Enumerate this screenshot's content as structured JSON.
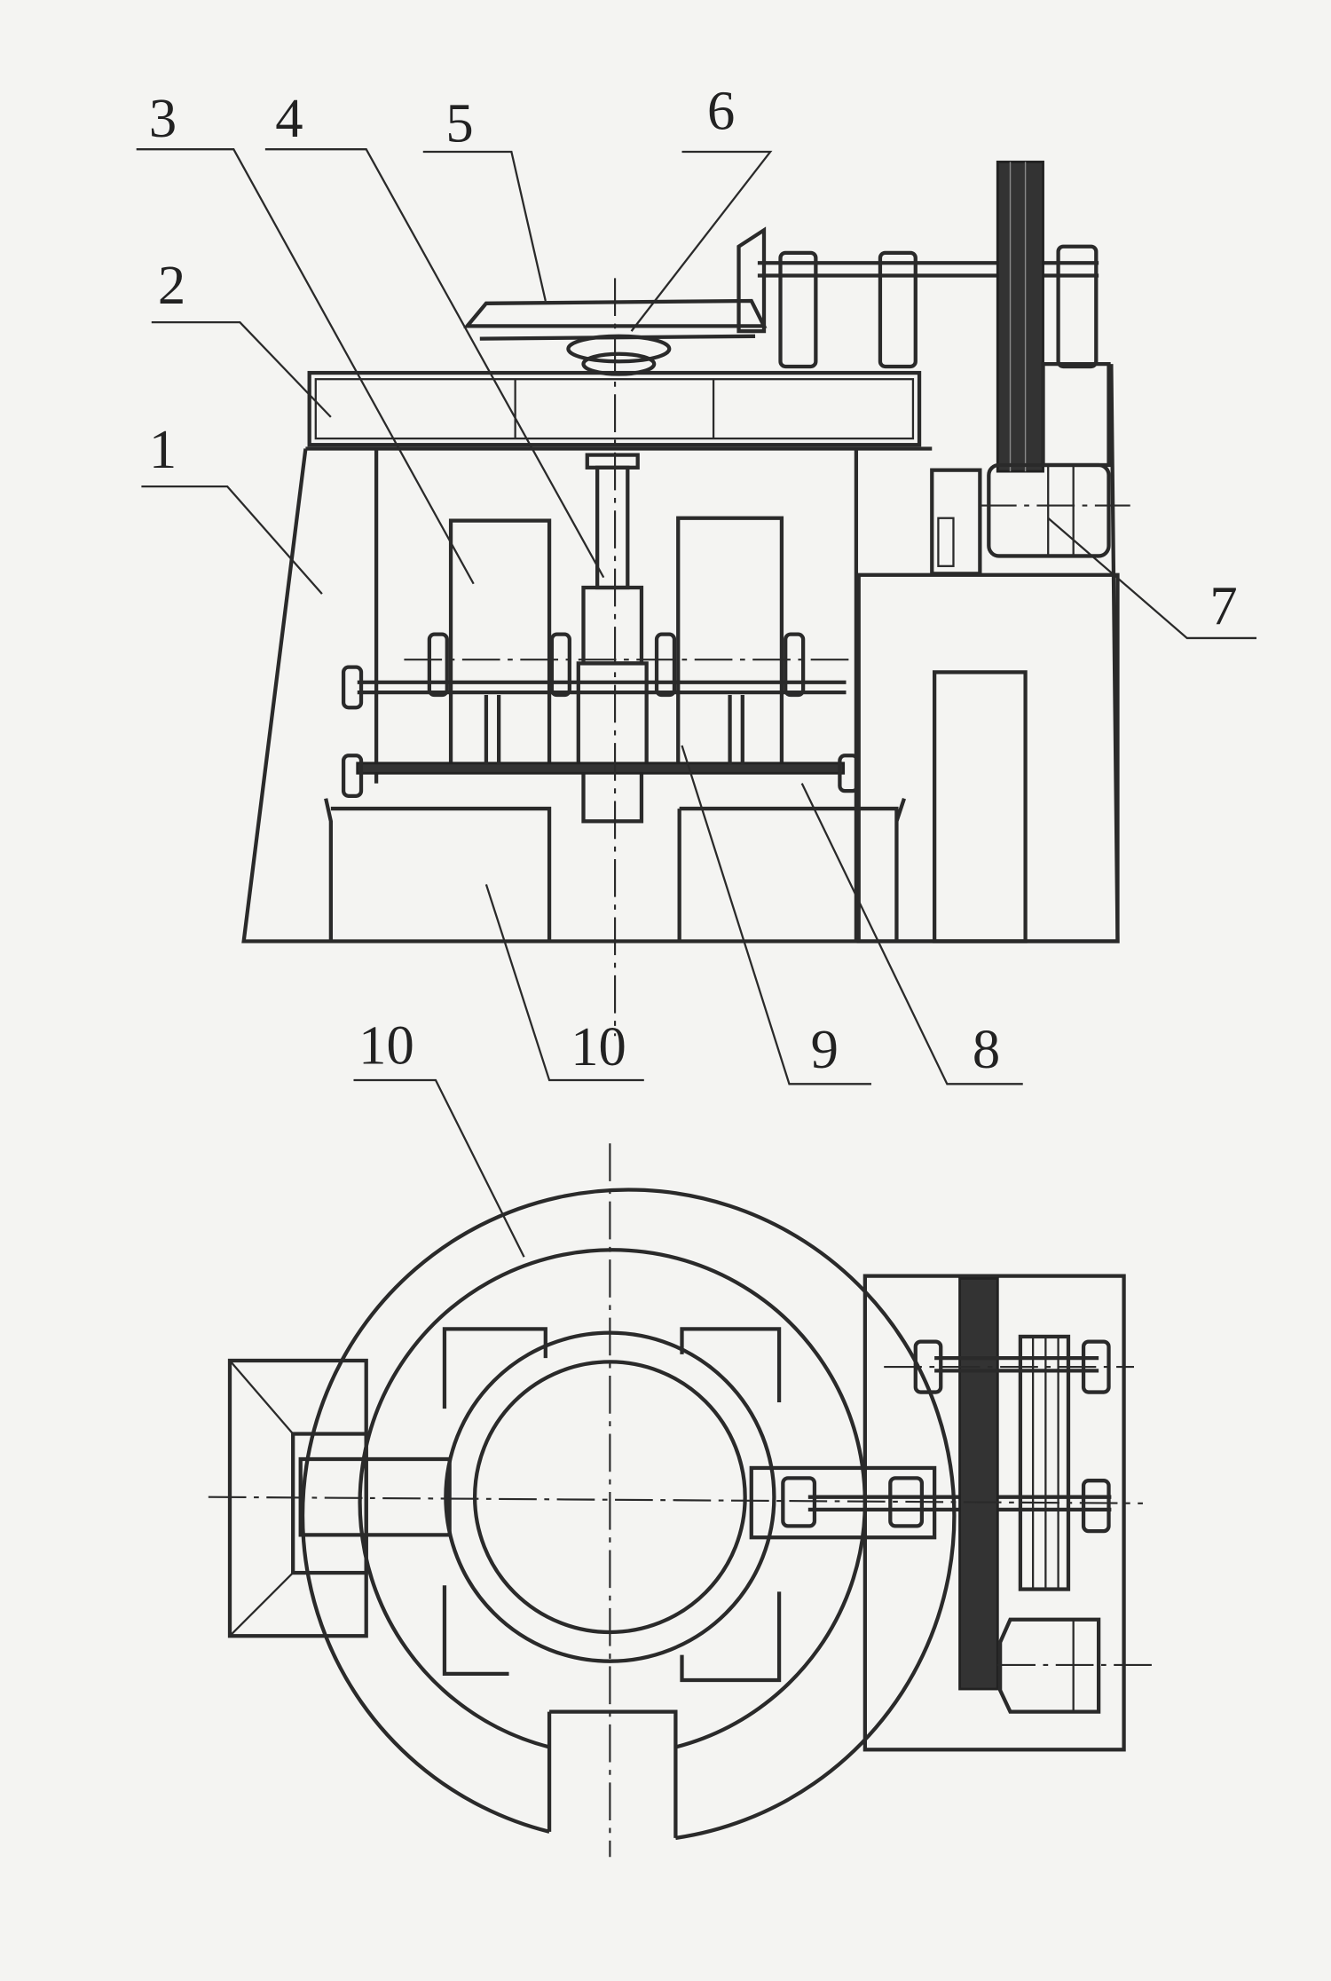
{
  "figure": {
    "labels": {
      "l1": "1",
      "l2": "2",
      "l3": "3",
      "l4": "4",
      "l5": "5",
      "l6": "6",
      "l7": "7",
      "l8": "8",
      "l9": "9",
      "l10_front": "10",
      "l10_plan": "10"
    }
  }
}
